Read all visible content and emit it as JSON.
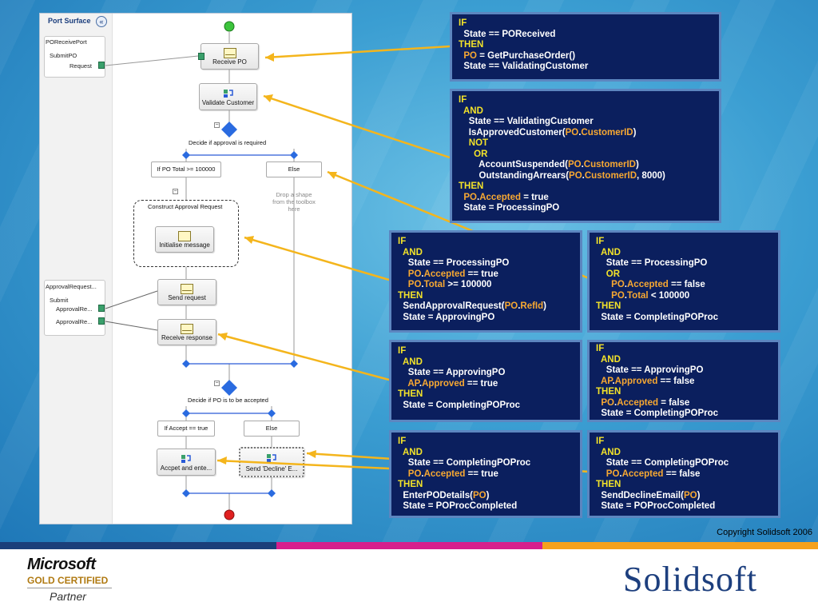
{
  "colors": {
    "accent_yellow": "#f3e32a",
    "accent_orange": "#f7a832",
    "rule_bg": "#0b1f5e",
    "stripe_blue": "#1b3f7a",
    "stripe_magenta": "#d61f8c",
    "stripe_orange": "#f5a11c"
  },
  "workflow": {
    "surface_title": "Port Surface",
    "collapse_icon": "«",
    "port1": {
      "name": "POReceivePort",
      "op": "SubmitPO",
      "msg": "Request"
    },
    "port2": {
      "name": "ApprovalRequest...",
      "op": "Submit",
      "msg1": "ApprovalRe...",
      "msg2": "ApprovalRe..."
    },
    "shapes": {
      "receive_po": "Receive PO",
      "validate_customer": "Validate Customer",
      "decide1": "Decide if approval is required",
      "branch1_left": "If PO Total >= 100000",
      "branch1_right": "Else",
      "hint": [
        "Drop a shape",
        "from the toolbox",
        "here"
      ],
      "construct": "Construct Approval Request",
      "init_msg": "Initialise message",
      "send_request": "Send request",
      "receive_response": "Receive response",
      "decide2": "Decide if PO is to be accepted",
      "branch2_left": "If Accept == true",
      "branch2_right": "Else",
      "accept": "Accpet and ente...",
      "decline": "Send 'Decline' E..."
    }
  },
  "rules": [
    {
      "lines": [
        [
          "kw",
          "IF"
        ],
        [
          "",
          "  State == POReceived"
        ],
        [
          "kw",
          "THEN"
        ],
        [
          "mix",
          "  |PO| = GetPurchaseOrder()"
        ],
        [
          "",
          "  State == ValidatingCustomer"
        ]
      ]
    },
    {
      "lines": [
        [
          "kw",
          "IF"
        ],
        [
          "kw",
          "  AND"
        ],
        [
          "",
          "    State == ValidatingCustomer"
        ],
        [
          "mix",
          "    IsApprovedCustomer(|PO|.|CustomerID|)"
        ],
        [
          "kw",
          "    NOT"
        ],
        [
          "kw",
          "      OR"
        ],
        [
          "mix",
          "        AccountSuspended(|PO|.|CustomerID|)"
        ],
        [
          "mix",
          "        OutstandingArrears(|PO|.|CustomerID|, 8000)"
        ],
        [
          "kw",
          "THEN"
        ],
        [
          "mix",
          "  |PO|.|Accepted| = true"
        ],
        [
          "",
          "  State = ProcessingPO"
        ]
      ]
    },
    {
      "lines": [
        [
          "kw",
          "IF"
        ],
        [
          "kw",
          "  AND"
        ],
        [
          "",
          "    State == ProcessingPO"
        ],
        [
          "mix",
          "    |PO|.|Accepted| == true"
        ],
        [
          "mix",
          "    |PO|.|Total| >= 100000"
        ],
        [
          "kw",
          "THEN"
        ],
        [
          "mix",
          "  SendApprovalRequest(|PO|.|RefId|)"
        ],
        [
          "",
          "  State = ApprovingPO"
        ]
      ]
    },
    {
      "lines": [
        [
          "kw",
          "IF"
        ],
        [
          "kw",
          "  AND"
        ],
        [
          "",
          "    State == ProcessingPO"
        ],
        [
          "kw",
          "    OR"
        ],
        [
          "mix",
          "      |PO|.|Accepted| == false"
        ],
        [
          "mix",
          "      |PO|.|Total| < 100000"
        ],
        [
          "kw",
          "THEN"
        ],
        [
          "",
          "  State = CompletingPOProc"
        ]
      ]
    },
    {
      "lines": [
        [
          "kw",
          "IF"
        ],
        [
          "kw",
          "  AND"
        ],
        [
          "",
          "    State == ApprovingPO"
        ],
        [
          "mix",
          "    |AP|.|Approved| == true"
        ],
        [
          "kw",
          "THEN"
        ],
        [
          "",
          "  State = CompletingPOProc"
        ]
      ]
    },
    {
      "lines": [
        [
          "kw",
          "IF"
        ],
        [
          "kw",
          "  AND"
        ],
        [
          "",
          "    State == ApprovingPO"
        ],
        [
          "mix",
          "  |AP|.|Approved| == false"
        ],
        [
          "kw",
          "THEN"
        ],
        [
          "mix",
          "  |PO|.|Accepted| = false"
        ],
        [
          "",
          "  State = CompletingPOProc"
        ]
      ]
    },
    {
      "lines": [
        [
          "kw",
          "IF"
        ],
        [
          "kw",
          "  AND"
        ],
        [
          "",
          "    State == CompletingPOProc"
        ],
        [
          "mix",
          "    |PO|.|Accepted| == true"
        ],
        [
          "kw",
          "THEN"
        ],
        [
          "mix",
          "  EnterPODetails(|PO|)"
        ],
        [
          "",
          "  State = POProcCompleted"
        ]
      ]
    },
    {
      "lines": [
        [
          "kw",
          "IF"
        ],
        [
          "kw",
          "  AND"
        ],
        [
          "",
          "    State == CompletingPOProc"
        ],
        [
          "mix",
          "    |PO|.|Accepted| == false"
        ],
        [
          "kw",
          "THEN"
        ],
        [
          "mix",
          "  SendDeclineEmail(|PO|)"
        ],
        [
          "",
          "  State = POProcCompleted"
        ]
      ]
    }
  ],
  "footer": {
    "copyright": "Copyright Solidsoft 2006",
    "ms_logo": "Microsoft",
    "ms_line2": "GOLD CERTIFIED",
    "ms_line3": "Partner",
    "solidsoft_logo": "Solidsoft"
  }
}
